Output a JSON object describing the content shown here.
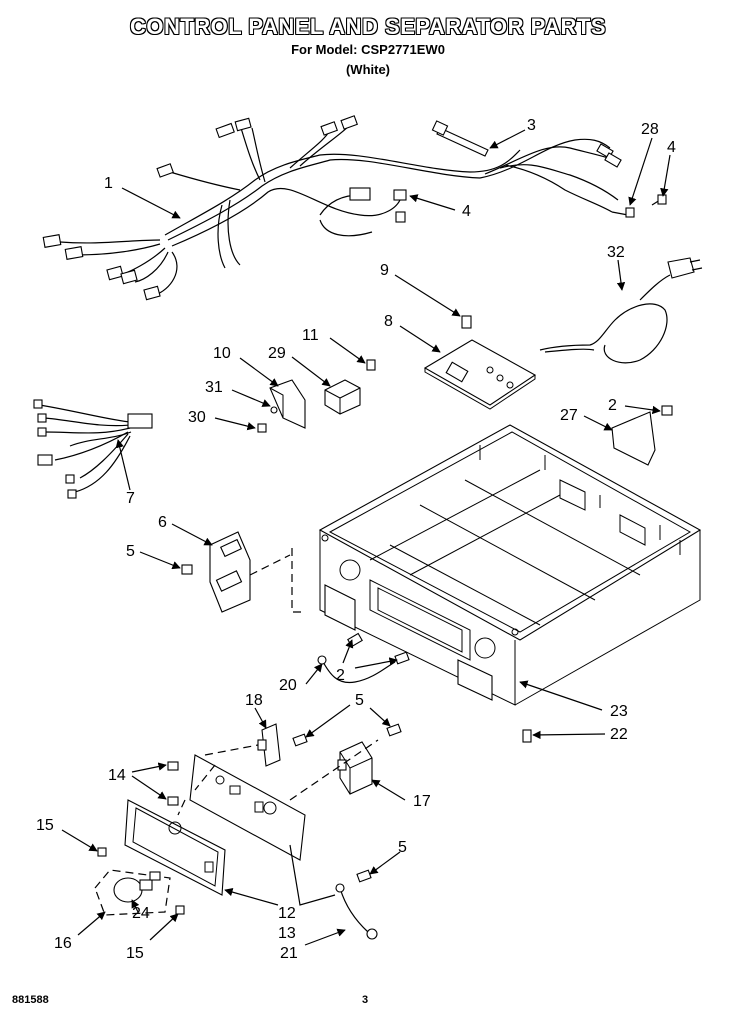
{
  "header": {
    "title": "CONTROL PANEL AND SEPARATOR PARTS",
    "model_line": "For Model: CSP2771EW0",
    "color_line": "(White)"
  },
  "footer": {
    "doc_number": "881588",
    "page_number": "3"
  },
  "callouts": {
    "c1": "1",
    "c2a": "2",
    "c2b": "2",
    "c3": "3",
    "c4a": "4",
    "c4b": "4",
    "c5a": "5",
    "c5b": "5",
    "c5c": "5",
    "c6": "6",
    "c7": "7",
    "c8": "8",
    "c9": "9",
    "c10": "10",
    "c11": "11",
    "c12": "12",
    "c13": "13",
    "c14": "14",
    "c15a": "15",
    "c15b": "15",
    "c16": "16",
    "c17": "17",
    "c18": "18",
    "c20": "20",
    "c21": "21",
    "c22": "22",
    "c23": "23",
    "c24": "24",
    "c27": "27",
    "c28": "28",
    "c29": "29",
    "c30": "30",
    "c31": "31",
    "c32": "32"
  }
}
